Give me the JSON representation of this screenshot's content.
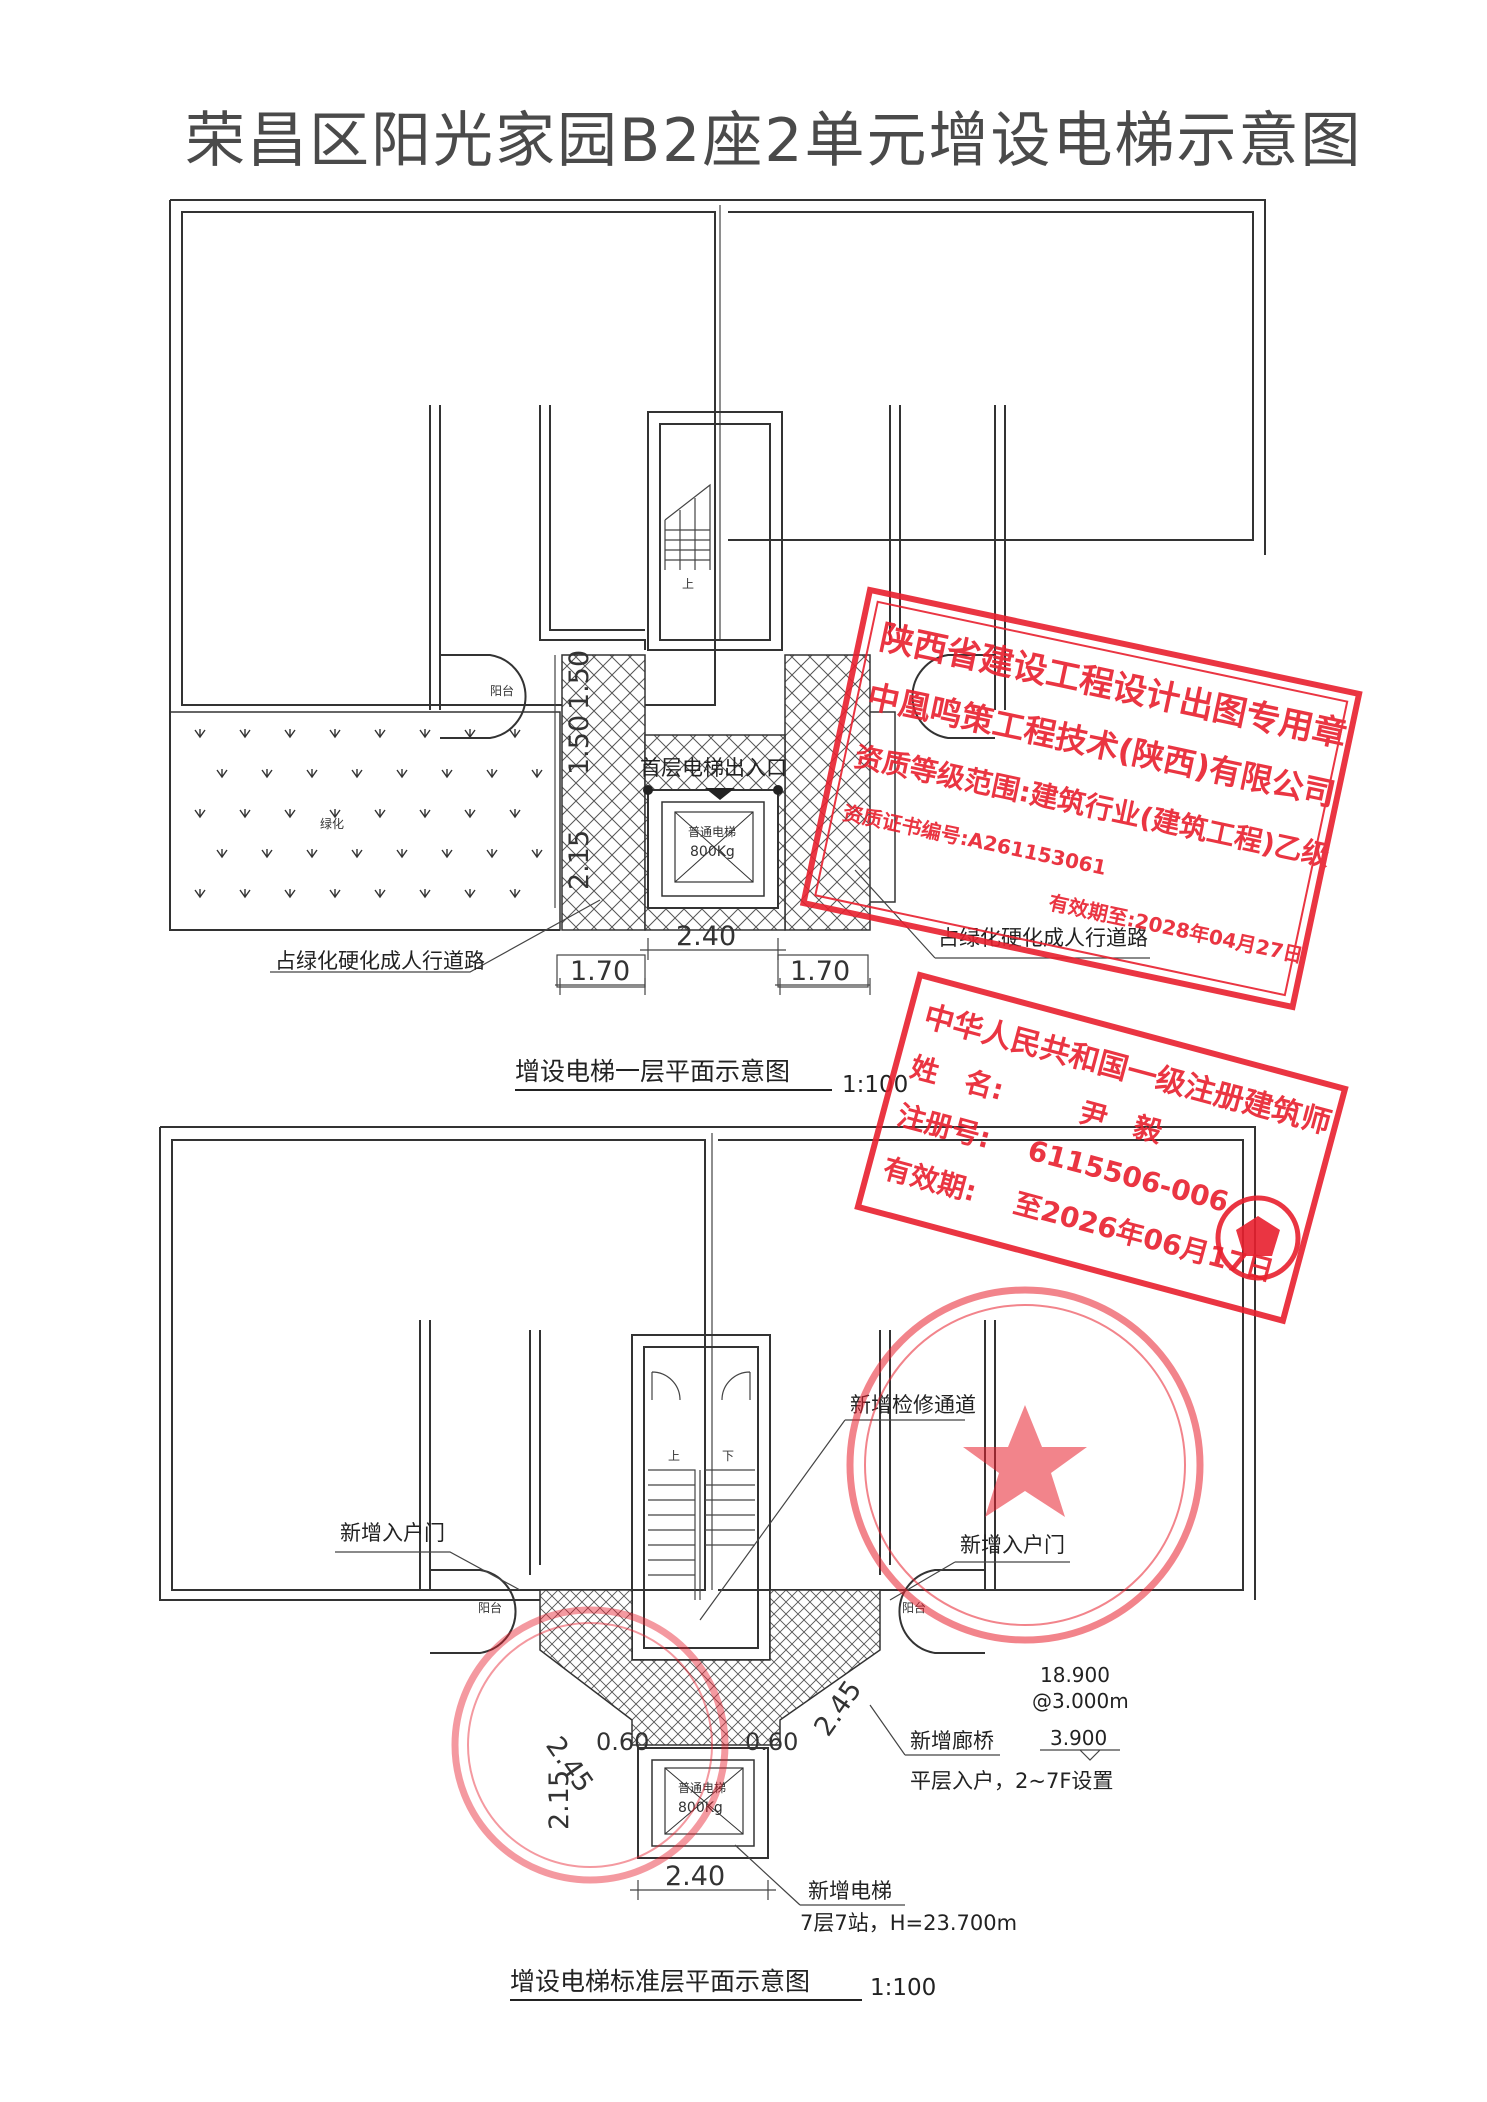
{
  "title": "荣昌区阳光家园B2座2单元增设电梯示意图",
  "plan1": {
    "caption": "增设电梯一层平面示意图",
    "scale": "1:100",
    "balcony": "阳台",
    "greenery": "绿化",
    "stair_up": "上",
    "entrance": "首层电梯出入口",
    "elevator_name": "普通电梯",
    "elevator_load": "800Kg",
    "path_left": "占绿化硬化成人行道路",
    "path_right": "占绿化硬化成人行道路",
    "dims": [
      "1.50",
      "1.50",
      "2.15",
      "2.40",
      "1.70",
      "1.70"
    ]
  },
  "plan2": {
    "caption": "增设电梯标准层平面示意图",
    "scale": "1:100",
    "balcony": "阳台",
    "stair_up": "上",
    "stair_down": "下",
    "maintenance": "新增检修通道",
    "door_left": "新增入户门",
    "door_right": "新增入户门",
    "corridor": "新增廊桥",
    "level_top": "18.900",
    "level_step": "@3.000m",
    "level_bottom": "3.900",
    "level_note": "平层入户，2~7F设置",
    "elevator_name": "普通电梯",
    "elevator_load": "800Kg",
    "new_elevator": "新增电梯",
    "new_elevator_note": "7层7站，H=23.700m",
    "dims": [
      "2.45",
      "2.15",
      "0.60",
      "0.60",
      "2.45",
      "2.40"
    ]
  },
  "stamp_design": {
    "line1": "陕西省建设工程设计出图专用章",
    "line2": "中凰鸣策工程技术(陕西)有限公司",
    "line3": "资质等级范围:建筑行业(建筑工程)乙级",
    "line4": "资质证书编号:A261153061",
    "line5": "有效期至:2028年04月27日"
  },
  "stamp_architect": {
    "line1": "中华人民共和国一级注册建筑师",
    "name_label": "姓　名:",
    "name": "尹　毅",
    "reg_label": "注册号:",
    "reg": "6115506-006",
    "valid_label": "有效期:",
    "valid": "至2026年06月17日"
  },
  "colors": {
    "stamp": "#e8202e",
    "line": "#333333"
  }
}
